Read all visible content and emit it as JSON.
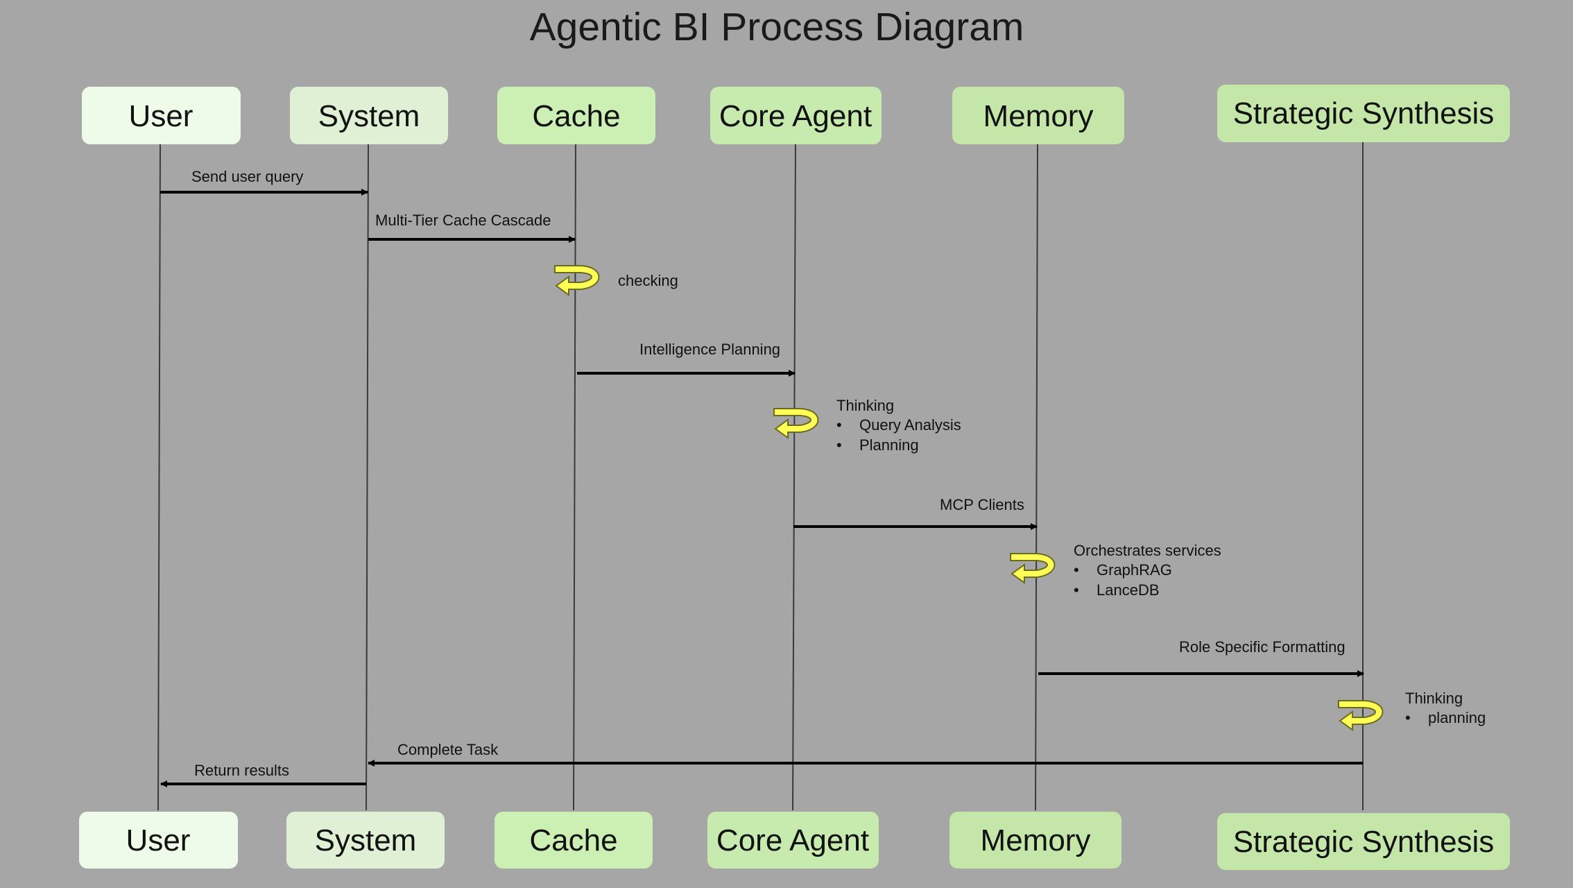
{
  "title": "Agentic BI Process Diagram",
  "participants": [
    "User",
    "System",
    "Cache",
    "Core Agent",
    "Memory",
    "Strategic Synthesis"
  ],
  "messages": [
    {
      "label": "Send user query"
    },
    {
      "label": "Multi-Tier Cache Cascade"
    },
    {
      "label": "Intelligence Planning"
    },
    {
      "label": "MCP Clients"
    },
    {
      "label": "Role Specific Formatting"
    },
    {
      "label": "Complete Task"
    },
    {
      "label": "Return  results"
    }
  ],
  "self_notes": [
    {
      "heading": "checking",
      "bullets": []
    },
    {
      "heading": "Thinking",
      "bullets": [
        "Query Analysis",
        "Planning"
      ]
    },
    {
      "heading": "Orchestrates services",
      "bullets": [
        "GraphRAG",
        "LanceDB"
      ]
    },
    {
      "heading": "Thinking",
      "bullets": [
        "planning"
      ]
    }
  ],
  "colors": {
    "background": "#a6a6a6",
    "box_user": "#eefbe8",
    "box_system": "#dff0d4",
    "box_cache": "#ccf0b4",
    "box_core_agent": "#c7eaae",
    "box_memory": "#c4e6a8",
    "box_synthesis": "#c4e6a8",
    "self_loop_fill": "#ffff55",
    "self_loop_stroke": "#6b6b20"
  }
}
